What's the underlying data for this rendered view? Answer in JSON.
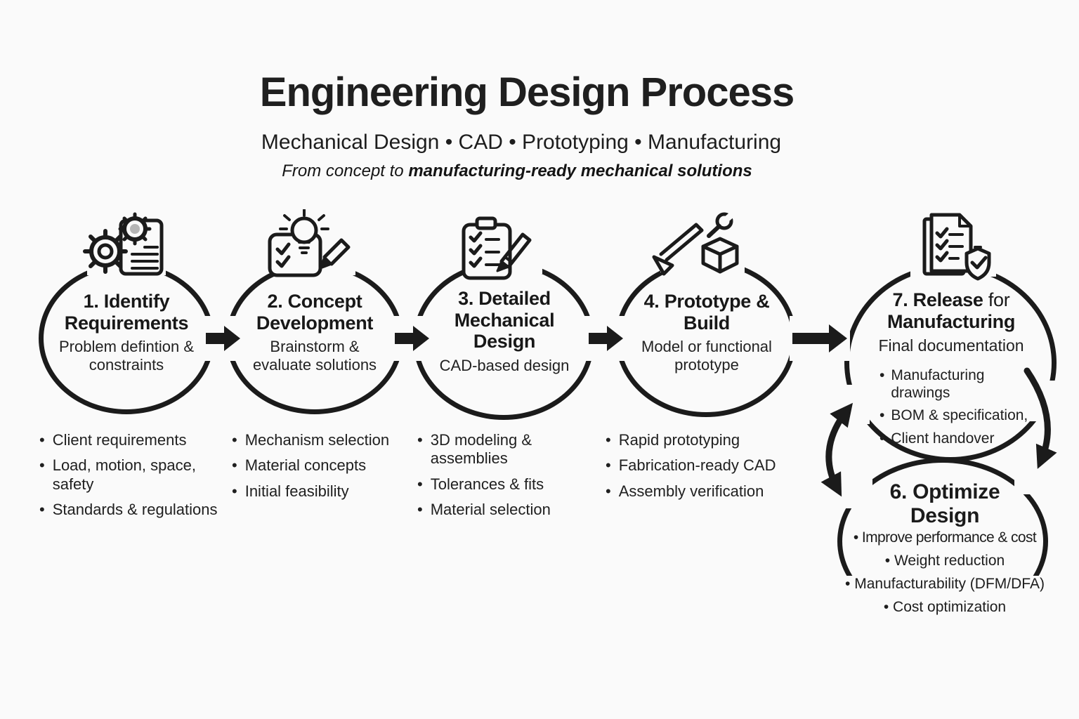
{
  "colors": {
    "ink": "#1b1b1b",
    "background": "#fafafa",
    "gear_center": "#b5b5b5"
  },
  "header": {
    "title": "Engineering Design Process",
    "subtitle": "Mechanical Design • CAD • Prototyping • Manufacturing",
    "tagline_regular": "From concept to ",
    "tagline_bold": "manufacturing-ready mechanical solutions"
  },
  "bullet_char": "•",
  "steps": [
    {
      "icon": "gears-document-icon",
      "title": "1. Identify Requirements",
      "subtitle": "Problem defintion & constraints",
      "bullets": [
        "Client requirements",
        "Load, motion, space, safety",
        "Standards & regulations"
      ]
    },
    {
      "icon": "lightbulb-checklist-pencil-icon",
      "title": "2. Concept Development",
      "subtitle": "Brainstorm & evaluate solutions",
      "bullets": [
        "Mechanism selection",
        "Material concepts",
        "Initial feasibility"
      ]
    },
    {
      "icon": "clipboard-pencil-icon",
      "title": "3. Detailed Mechanical Design",
      "subtitle": "CAD-based design",
      "bullets": [
        "3D modeling & assemblies",
        "Tolerances & fits",
        "Material selection"
      ]
    },
    {
      "icon": "caliper-wrench-cube-icon",
      "title": "4. Prototype & Build",
      "subtitle": "Model or functional prototype",
      "bullets": [
        "Rapid prototyping",
        "Fabrication-ready CAD",
        "Assembly verification"
      ]
    },
    {
      "icon": "document-shield-check-icon",
      "title_bold": "7. Release",
      "title_regular": "for",
      "title_line2": "Manufacturing",
      "subtitle": "Final documentation",
      "bullets": [
        "Manufacturing drawings",
        "BOM & specification,",
        "Client handover"
      ]
    },
    {
      "icon": "",
      "title": "6. Optimize Design",
      "bullets": [
        "Improve performance & cost",
        "Weight reduction",
        "Manufacturability (DFM/DFA)",
        "Cost optimization"
      ]
    }
  ]
}
